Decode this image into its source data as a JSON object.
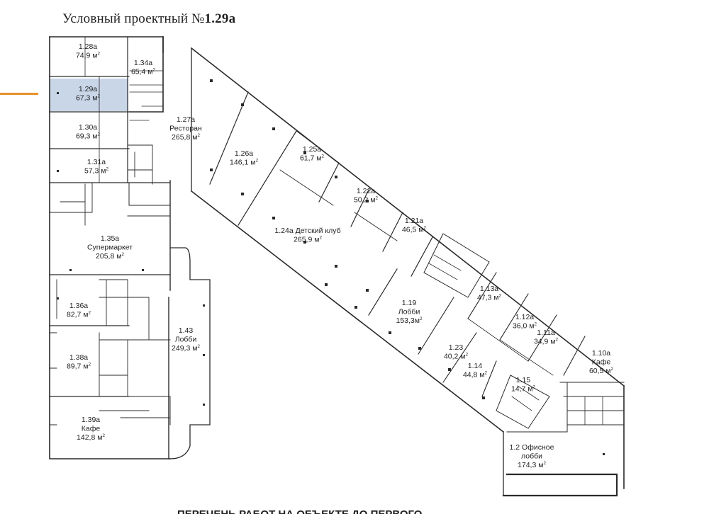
{
  "header": {
    "title_prefix": "Условный проектный №",
    "title_code": "1.29а"
  },
  "highlight_color": "#c9d6e8",
  "marker_color": "#e8922a",
  "units": [
    {
      "id": "1.28а",
      "area": "74,9 м"
    },
    {
      "id": "1.34а",
      "area": "65,4 м"
    },
    {
      "id": "1.29а",
      "area": "67,3 м",
      "highlighted": true
    },
    {
      "id": "1.27а",
      "name": "Ресторан",
      "area": "265,8 м"
    },
    {
      "id": "1.30а",
      "area": "69,3 м"
    },
    {
      "id": "1.31а",
      "area": "57,3 м"
    },
    {
      "id": "1.26а",
      "area": "146,1 м"
    },
    {
      "id": "1.25а",
      "area": "61,7 м"
    },
    {
      "id": "1.22а",
      "area": "50,2 м"
    },
    {
      "id": "1.21а",
      "area": "46,5 м"
    },
    {
      "id": "1.24а",
      "name": "Детский клуб",
      "area": "265,9 м"
    },
    {
      "id": "1.35а",
      "name": "Супермаркет",
      "area": "205,8 м"
    },
    {
      "id": "1.19",
      "name": "Лобби",
      "area": "153,3м"
    },
    {
      "id": "1.13а",
      "area": "47,3 м"
    },
    {
      "id": "1.12а",
      "area": "36,0 м"
    },
    {
      "id": "1.11а",
      "area": "34,9 м"
    },
    {
      "id": "1.36а",
      "area": "82,7 м"
    },
    {
      "id": "1.43",
      "name": "Лобби",
      "area": "249,3 м"
    },
    {
      "id": "1.23",
      "area": "40,2 м"
    },
    {
      "id": "1.14",
      "area": "44,8 м"
    },
    {
      "id": "1.15",
      "area": "14,7 м"
    },
    {
      "id": "1.10а",
      "name": "Кафе",
      "area": "60,5 м"
    },
    {
      "id": "1.38а",
      "area": "89,7 м"
    },
    {
      "id": "1.39а",
      "name": "Кафе",
      "area": "142,8 м"
    },
    {
      "id": "1.2",
      "name": "Офисное лобби",
      "area": "174,3 м"
    }
  ],
  "footer_cut_text": "ПЕРЕЧЕНЬ РАБОТ НА ОБЪЕКТЕ ДО ПЕРВОГО"
}
